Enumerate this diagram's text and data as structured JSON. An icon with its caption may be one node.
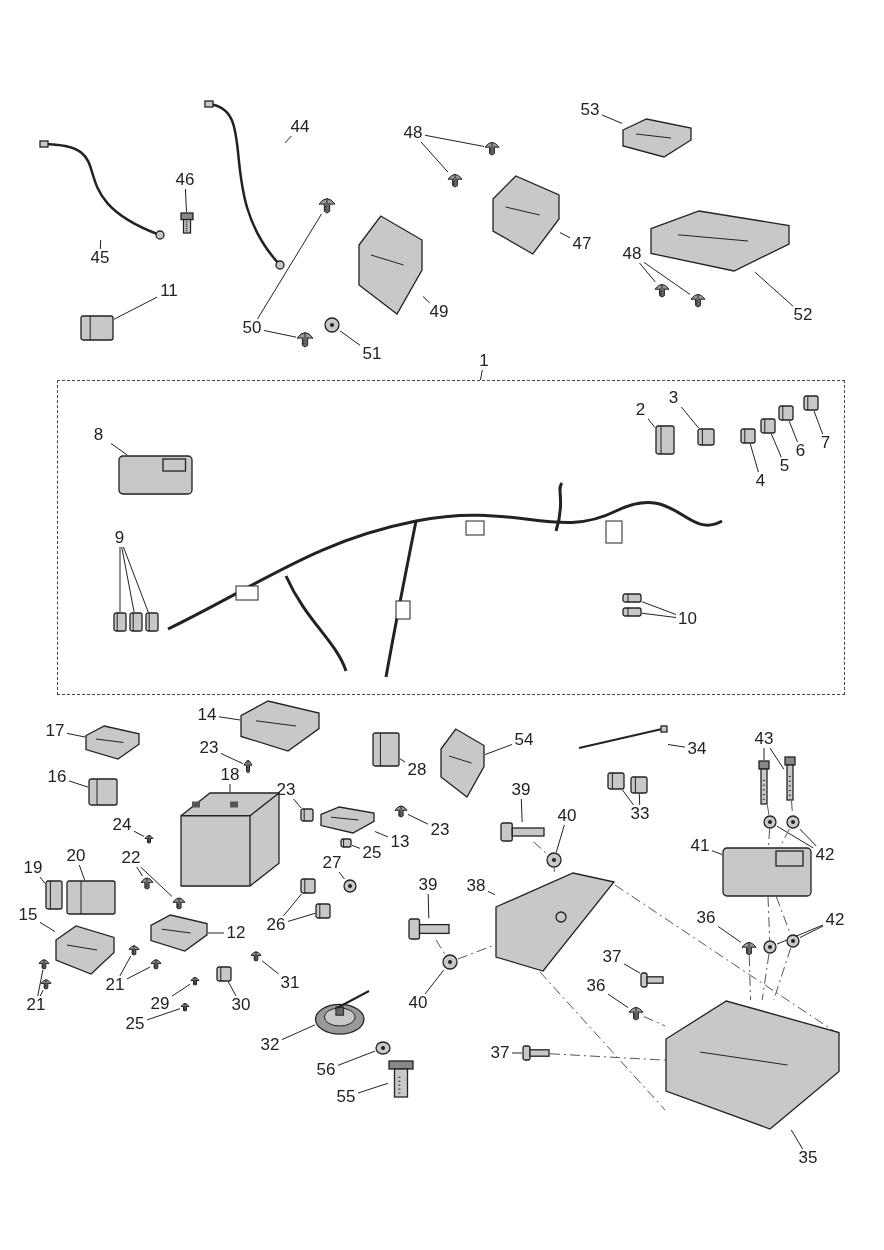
{
  "diagram": {
    "nodes": [
      {
        "text": [
          "44"
        ]
      },
      {
        "text": [],
        "shape": "picture"
      },
      {
        "text": [
          "48"
        ]
      },
      {
        "text": [],
        "shape": "picture"
      },
      {
        "text": [],
        "shape": "picture"
      },
      {
        "text": [
          "53"
        ]
      },
      {
        "text": [],
        "shape": "picture"
      },
      {
        "text": [
          "46"
        ]
      },
      {
        "text": [],
        "shape": "picture"
      },
      {
        "text": [
          "45"
        ]
      },
      {
        "text": [],
        "shape": "picture"
      },
      {
        "text": [
          "47"
        ]
      },
      {
        "text": [],
        "shape": "picture"
      },
      {
        "text": [
          "11"
        ]
      },
      {
        "text": [],
        "shape": "picture"
      },
      {
        "text": [
          "49"
        ]
      },
      {
        "text": [],
        "shape": "picture"
      },
      {
        "text": [
          "50"
        ]
      },
      {
        "text": [],
        "shape": "picture"
      },
      {
        "text": [],
        "shape": "picture"
      },
      {
        "text": [
          "48"
        ]
      },
      {
        "text": [],
        "shape": "picture"
      },
      {
        "text": [],
        "shape": "picture"
      },
      {
        "text": [
          "52"
        ]
      },
      {
        "text": [],
        "shape": "picture"
      },
      {
        "text": [
          "51"
        ]
      },
      {
        "text": [],
        "shape": "picture"
      },
      {
        "text": [
          "1"
        ]
      },
      {
        "text": [],
        "shape": "box"
      },
      {
        "text": [
          "3"
        ],
        "in": 28
      },
      {
        "text": [],
        "shape": "picture",
        "in": 28
      },
      {
        "text": [
          "2"
        ],
        "in": 28
      },
      {
        "text": [],
        "shape": "picture",
        "in": 28
      },
      {
        "text": [
          "7"
        ],
        "in": 28
      },
      {
        "text": [],
        "shape": "picture",
        "in": 28
      },
      {
        "text": [
          "8"
        ],
        "in": 28
      },
      {
        "text": [],
        "shape": "picture",
        "in": 28
      },
      {
        "text": [
          "6"
        ],
        "in": 28
      },
      {
        "text": [],
        "shape": "picture",
        "in": 28
      },
      {
        "text": [
          "5"
        ],
        "in": 28
      },
      {
        "text": [],
        "shape": "picture",
        "in": 28
      },
      {
        "text": [
          "4"
        ],
        "in": 28
      },
      {
        "text": [],
        "shape": "picture",
        "in": 28
      },
      {
        "text": [
          "9"
        ],
        "in": 28
      },
      {
        "text": [],
        "shape": "picture",
        "in": 28
      },
      {
        "text": [],
        "shape": "picture",
        "in": 28
      },
      {
        "text": [],
        "shape": "picture",
        "in": 28
      },
      {
        "text": [
          "10"
        ],
        "in": 28
      },
      {
        "text": [],
        "shape": "picture",
        "in": 28
      },
      {
        "text": [],
        "shape": "picture",
        "in": 28
      },
      {
        "text": [
          "14"
        ]
      },
      {
        "text": [],
        "shape": "picture"
      },
      {
        "text": [
          "17"
        ]
      },
      {
        "text": [],
        "shape": "picture"
      },
      {
        "text": [
          "54"
        ]
      },
      {
        "text": [],
        "shape": "picture"
      },
      {
        "text": [
          "43"
        ]
      },
      {
        "text": [],
        "shape": "picture"
      },
      {
        "text": [],
        "shape": "picture"
      },
      {
        "text": [
          "23"
        ]
      },
      {
        "text": [],
        "shape": "picture"
      },
      {
        "text": [
          "34"
        ]
      },
      {
        "text": [],
        "shape": "picture"
      },
      {
        "text": [
          "28"
        ]
      },
      {
        "text": [],
        "shape": "picture"
      },
      {
        "text": [
          "16"
        ]
      },
      {
        "text": [],
        "shape": "picture"
      },
      {
        "text": [
          "18"
        ]
      },
      {
        "text": [],
        "shape": "picture"
      },
      {
        "text": [
          "23"
        ]
      },
      {
        "text": [],
        "shape": "picture"
      },
      {
        "text": [
          "39"
        ]
      },
      {
        "text": [],
        "shape": "picture"
      },
      {
        "text": [
          "33"
        ]
      },
      {
        "text": [],
        "shape": "picture"
      },
      {
        "text": [],
        "shape": "picture"
      },
      {
        "text": [
          "40"
        ]
      },
      {
        "text": [],
        "shape": "picture"
      },
      {
        "text": [
          "13"
        ]
      },
      {
        "text": [],
        "shape": "picture"
      },
      {
        "text": [
          "23"
        ]
      },
      {
        "text": [],
        "shape": "picture"
      },
      {
        "text": [
          "24"
        ]
      },
      {
        "text": [],
        "shape": "picture"
      },
      {
        "text": [
          "41"
        ]
      },
      {
        "text": [],
        "shape": "picture"
      },
      {
        "text": [
          "25"
        ]
      },
      {
        "text": [],
        "shape": "picture"
      },
      {
        "text": [
          "42"
        ]
      },
      {
        "text": [],
        "shape": "picture"
      },
      {
        "text": [],
        "shape": "picture"
      },
      {
        "text": [
          "20"
        ]
      },
      {
        "text": [],
        "shape": "picture"
      },
      {
        "text": [
          "22"
        ]
      },
      {
        "text": [],
        "shape": "picture"
      },
      {
        "text": [],
        "shape": "picture"
      },
      {
        "text": [
          "27"
        ]
      },
      {
        "text": [],
        "shape": "picture"
      },
      {
        "text": [
          "19"
        ]
      },
      {
        "text": [],
        "shape": "picture"
      },
      {
        "text": [
          "39"
        ]
      },
      {
        "text": [],
        "shape": "picture"
      },
      {
        "text": [
          "38"
        ]
      },
      {
        "text": [],
        "shape": "picture"
      },
      {
        "text": [
          "15"
        ]
      },
      {
        "text": [],
        "shape": "picture"
      },
      {
        "text": [
          "26"
        ]
      },
      {
        "text": [],
        "shape": "picture"
      },
      {
        "text": [],
        "shape": "picture"
      },
      {
        "text": [
          "36"
        ]
      },
      {
        "text": [],
        "shape": "picture"
      },
      {
        "text": [
          "42"
        ]
      },
      {
        "text": [],
        "shape": "picture"
      },
      {
        "text": [],
        "shape": "picture"
      },
      {
        "text": [
          "12"
        ]
      },
      {
        "text": [],
        "shape": "picture"
      },
      {
        "text": [
          "37"
        ]
      },
      {
        "text": [],
        "shape": "picture"
      },
      {
        "text": [
          "21"
        ]
      },
      {
        "text": [],
        "shape": "picture"
      },
      {
        "text": [],
        "shape": "picture"
      },
      {
        "text": [
          "31"
        ]
      },
      {
        "text": [],
        "shape": "picture"
      },
      {
        "text": [
          "36"
        ]
      },
      {
        "text": [],
        "shape": "picture"
      },
      {
        "text": [
          "29"
        ]
      },
      {
        "text": [],
        "shape": "picture"
      },
      {
        "text": [
          "40"
        ]
      },
      {
        "text": [],
        "shape": "picture"
      },
      {
        "text": [
          "30"
        ]
      },
      {
        "text": [],
        "shape": "picture"
      },
      {
        "text": [
          "21"
        ]
      },
      {
        "text": [],
        "shape": "picture"
      },
      {
        "text": [],
        "shape": "picture"
      },
      {
        "text": [
          "25"
        ]
      },
      {
        "text": [],
        "shape": "picture"
      },
      {
        "text": [
          "32"
        ]
      },
      {
        "text": [],
        "shape": "picture"
      },
      {
        "text": [
          "37"
        ]
      },
      {
        "text": [],
        "shape": "picture"
      },
      {
        "text": [
          "56"
        ]
      },
      {
        "text": [],
        "shape": "picture"
      },
      {
        "text": [
          "55"
        ]
      },
      {
        "text": [],
        "shape": "picture"
      },
      {
        "text": [
          "35"
        ]
      },
      {
        "text": [],
        "shape": "picture"
      }
    ],
    "edges": [
      {
        "from": 0,
        "to": 1,
        "arrow": "none"
      },
      {
        "from": 2,
        "to": 3,
        "arrow": "none"
      },
      {
        "from": 2,
        "to": 4,
        "arrow": "none"
      },
      {
        "from": 5,
        "to": 6,
        "arrow": "none"
      },
      {
        "from": 7,
        "to": 8,
        "arrow": "none"
      },
      {
        "from": 9,
        "to": 10,
        "arrow": "none"
      },
      {
        "from": 11,
        "to": 12,
        "arrow": "none"
      },
      {
        "from": 13,
        "to": 14,
        "arrow": "none"
      },
      {
        "from": 15,
        "to": 16,
        "arrow": "none"
      },
      {
        "from": 17,
        "to": 18,
        "arrow": "none"
      },
      {
        "from": 17,
        "to": 19,
        "arrow": "none"
      },
      {
        "from": 20,
        "to": 21,
        "arrow": "none"
      },
      {
        "from": 20,
        "to": 22,
        "arrow": "none"
      },
      {
        "from": 23,
        "to": 24,
        "arrow": "none"
      },
      {
        "from": 25,
        "to": 26,
        "arrow": "none"
      },
      {
        "from": 27,
        "to": 28,
        "arrow": "none"
      },
      {
        "from": 29,
        "to": 30,
        "arrow": "none"
      },
      {
        "from": 31,
        "to": 32,
        "arrow": "none"
      },
      {
        "from": 33,
        "to": 34,
        "arrow": "none"
      },
      {
        "from": 35,
        "to": 36,
        "arrow": "none"
      },
      {
        "from": 37,
        "to": 38,
        "arrow": "none"
      },
      {
        "from": 39,
        "to": 40,
        "arrow": "none"
      },
      {
        "from": 41,
        "to": 42,
        "arrow": "none"
      },
      {
        "from": 43,
        "to": 44,
        "arrow": "none"
      },
      {
        "from": 43,
        "to": 45,
        "arrow": "none"
      },
      {
        "from": 43,
        "to": 46,
        "arrow": "none"
      },
      {
        "from": 47,
        "to": 48,
        "arrow": "none"
      },
      {
        "from": 47,
        "to": 49,
        "arrow": "none"
      },
      {
        "from": 50,
        "to": 51,
        "arrow": "none"
      },
      {
        "from": 52,
        "to": 53,
        "arrow": "none"
      },
      {
        "from": 54,
        "to": 55,
        "arrow": "none"
      },
      {
        "from": 56,
        "to": 57,
        "arrow": "none"
      },
      {
        "from": 56,
        "to": 58,
        "arrow": "none"
      },
      {
        "from": 59,
        "to": 60,
        "arrow": "none"
      },
      {
        "from": 61,
        "to": 62,
        "arrow": "none"
      },
      {
        "from": 63,
        "to": 64,
        "arrow": "none"
      },
      {
        "from": 65,
        "to": 66,
        "arrow": "none"
      },
      {
        "from": 67,
        "to": 68,
        "arrow": "none"
      },
      {
        "from": 69,
        "to": 70,
        "arrow": "none"
      },
      {
        "from": 71,
        "to": 72,
        "arrow": "none"
      },
      {
        "from": 73,
        "to": 74,
        "arrow": "none"
      },
      {
        "from": 73,
        "to": 75,
        "arrow": "none"
      },
      {
        "from": 76,
        "to": 77,
        "arrow": "none"
      },
      {
        "from": 78,
        "to": 79,
        "arrow": "none"
      },
      {
        "from": 80,
        "to": 81,
        "arrow": "none"
      },
      {
        "from": 82,
        "to": 83,
        "arrow": "none"
      },
      {
        "from": 84,
        "to": 85,
        "arrow": "none"
      },
      {
        "from": 86,
        "to": 87,
        "arrow": "none"
      },
      {
        "from": 88,
        "to": 89,
        "arrow": "none"
      },
      {
        "from": 88,
        "to": 90,
        "arrow": "none"
      },
      {
        "from": 91,
        "to": 92,
        "arrow": "none"
      },
      {
        "from": 93,
        "to": 94,
        "arrow": "none"
      },
      {
        "from": 93,
        "to": 95,
        "arrow": "none"
      },
      {
        "from": 96,
        "to": 97,
        "arrow": "none"
      },
      {
        "from": 98,
        "to": 99,
        "arrow": "none"
      },
      {
        "from": 100,
        "to": 101,
        "arrow": "none"
      },
      {
        "from": 102,
        "to": 103,
        "arrow": "none"
      },
      {
        "from": 104,
        "to": 105,
        "arrow": "none"
      },
      {
        "from": 106,
        "to": 107,
        "arrow": "none"
      },
      {
        "from": 106,
        "to": 108,
        "arrow": "none"
      },
      {
        "from": 109,
        "to": 110,
        "arrow": "none"
      },
      {
        "from": 111,
        "to": 112,
        "arrow": "none"
      },
      {
        "from": 111,
        "to": 113,
        "arrow": "none"
      },
      {
        "from": 114,
        "to": 115,
        "arrow": "none"
      },
      {
        "from": 116,
        "to": 117,
        "arrow": "none"
      },
      {
        "from": 118,
        "to": 119,
        "arrow": "none"
      },
      {
        "from": 118,
        "to": 120,
        "arrow": "none"
      },
      {
        "from": 121,
        "to": 122,
        "arrow": "none"
      },
      {
        "from": 123,
        "to": 124,
        "arrow": "none"
      },
      {
        "from": 125,
        "to": 126,
        "arrow": "none"
      },
      {
        "from": 127,
        "to": 128,
        "arrow": "none"
      },
      {
        "from": 129,
        "to": 130,
        "arrow": "none"
      },
      {
        "from": 131,
        "to": 132,
        "arrow": "none"
      },
      {
        "from": 131,
        "to": 133,
        "arrow": "none"
      },
      {
        "from": 134,
        "to": 135,
        "arrow": "none"
      },
      {
        "from": 136,
        "to": 137,
        "arrow": "none"
      },
      {
        "from": 138,
        "to": 139,
        "arrow": "none"
      },
      {
        "from": 140,
        "to": 141,
        "arrow": "none"
      },
      {
        "from": 142,
        "to": 143,
        "arrow": "none"
      },
      {
        "from": 144,
        "to": 145,
        "arrow": "none"
      },
      {
        "from": 72,
        "to": 77,
        "arrow": "none",
        "style": "dashed"
      },
      {
        "from": 77,
        "to": 103,
        "arrow": "none",
        "style": "dashed"
      },
      {
        "from": 101,
        "to": 128,
        "arrow": "none",
        "style": "dashed"
      },
      {
        "from": 128,
        "to": 103,
        "arrow": "none",
        "style": "dashed"
      },
      {
        "from": 103,
        "to": 145,
        "arrow": "none",
        "style": "dashed"
      },
      {
        "from": 103,
        "to": 145,
        "arrow": "none",
        "style": "dashed"
      },
      {
        "from": 139,
        "to": 145,
        "arrow": "none",
        "style": "dashed"
      },
      {
        "from": 124,
        "to": 145,
        "arrow": "none",
        "style": "dashed"
      },
      {
        "from": 110,
        "to": 145,
        "arrow": "none",
        "style": "dashed"
      },
      {
        "from": 57,
        "to": 89,
        "arrow": "none",
        "style": "dashed"
      },
      {
        "from": 89,
        "to": 85,
        "arrow": "none",
        "style": "dashed"
      },
      {
        "from": 85,
        "to": 112,
        "arrow": "none",
        "style": "dashed"
      },
      {
        "from": 112,
        "to": 145,
        "arrow": "none",
        "style": "dashed"
      },
      {
        "from": 58,
        "to": 90,
        "arrow": "none",
        "style": "dashed"
      },
      {
        "from": 90,
        "to": 85,
        "arrow": "none",
        "style": "dashed"
      },
      {
        "from": 85,
        "to": 113,
        "arrow": "none",
        "style": "dashed"
      },
      {
        "from": 113,
        "to": 145,
        "arrow": "none",
        "style": "dashed"
      }
    ]
  }
}
